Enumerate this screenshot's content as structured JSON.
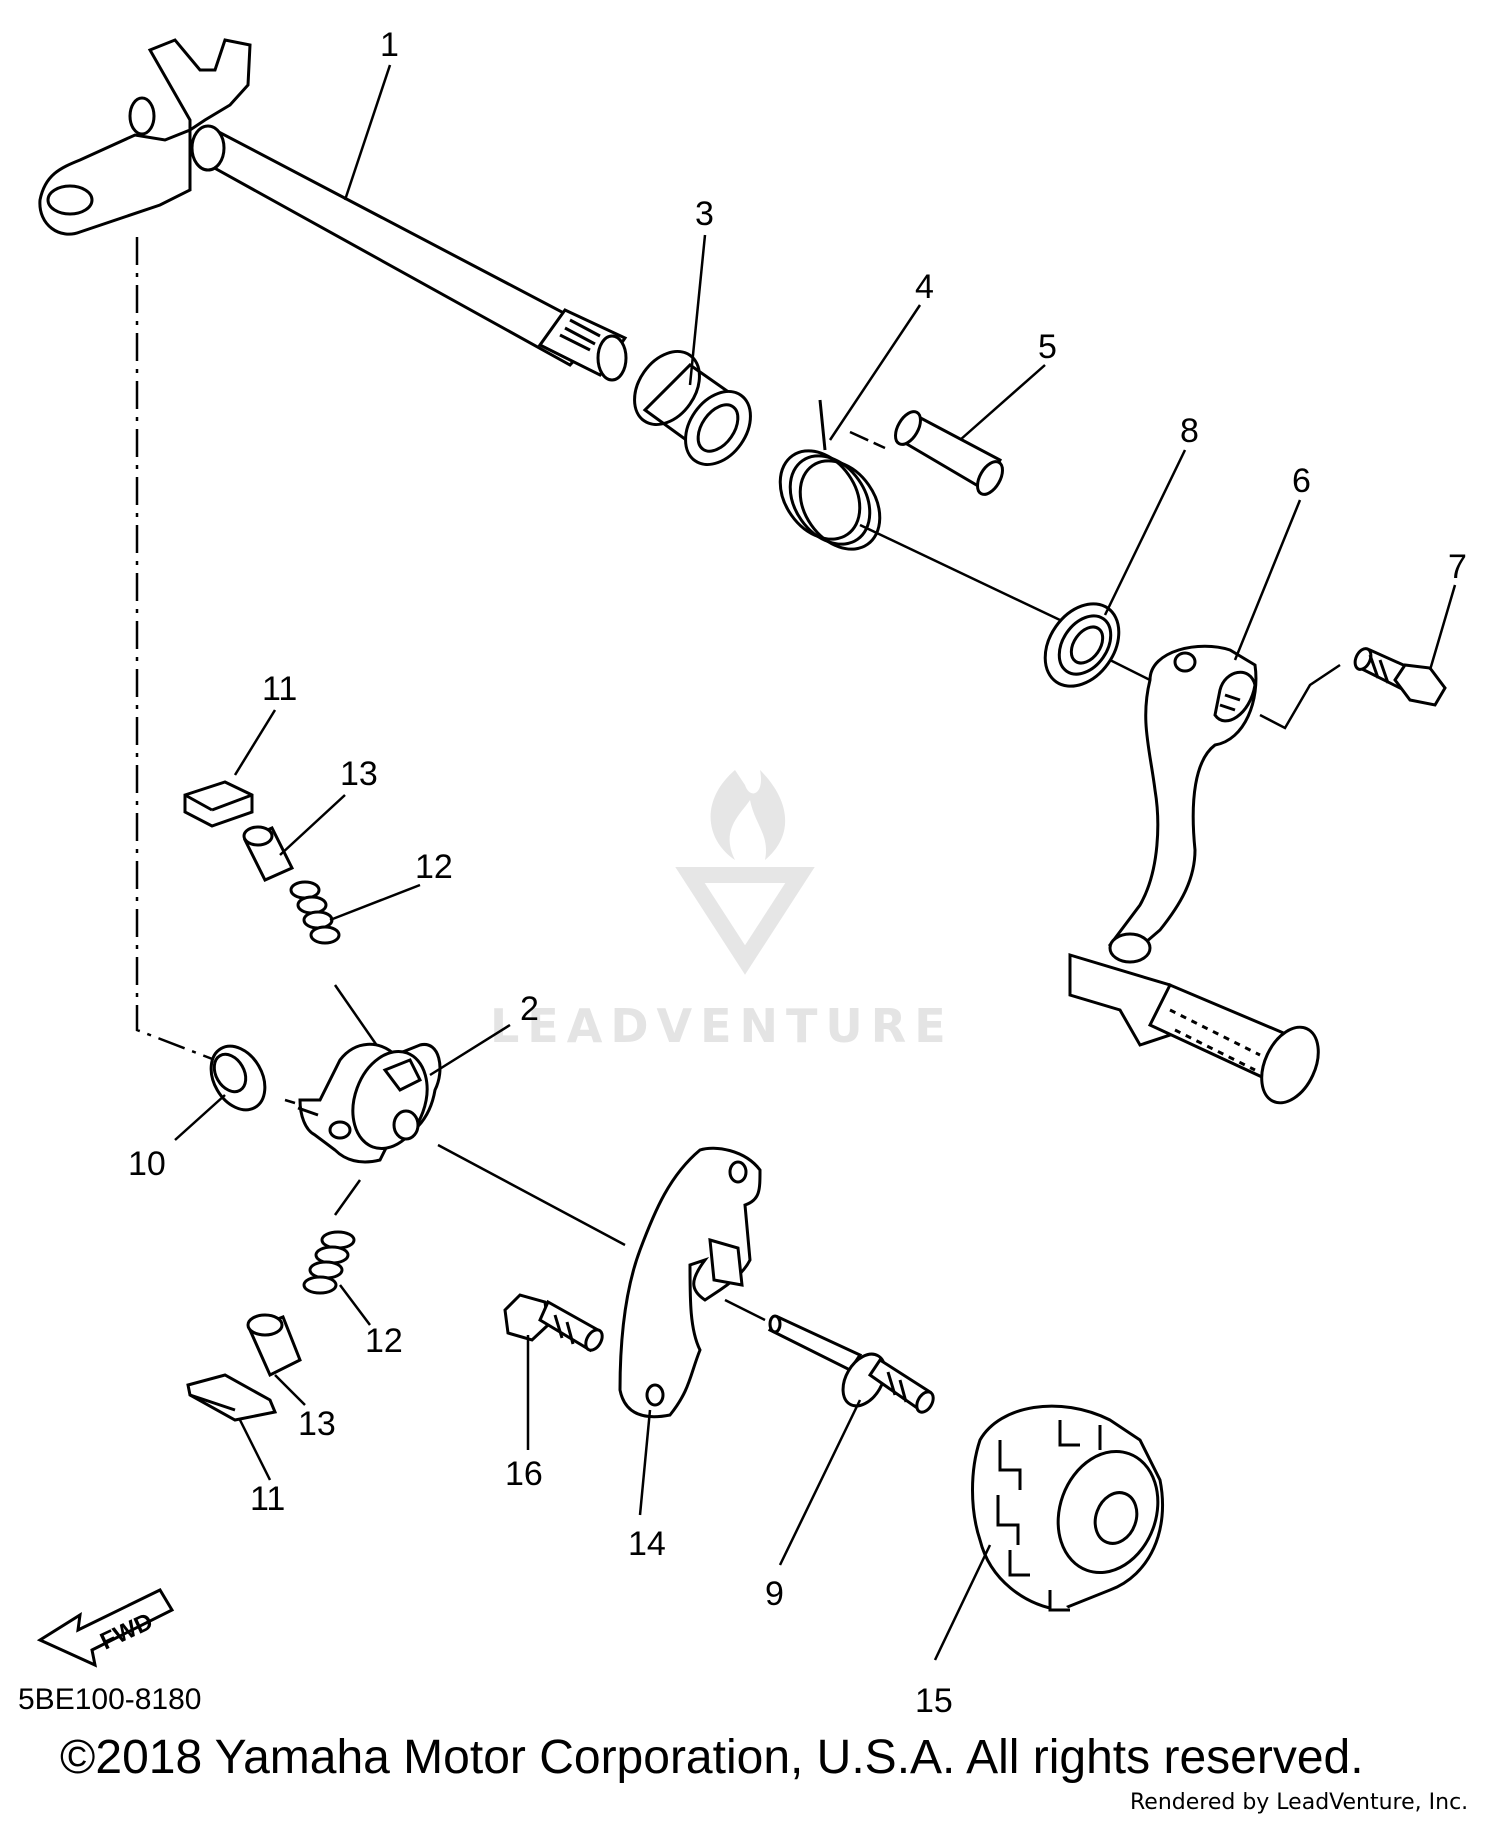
{
  "diagram": {
    "callouts": [
      {
        "id": "1",
        "label": "1"
      },
      {
        "id": "2",
        "label": "2"
      },
      {
        "id": "3",
        "label": "3"
      },
      {
        "id": "4",
        "label": "4"
      },
      {
        "id": "5",
        "label": "5"
      },
      {
        "id": "6",
        "label": "6"
      },
      {
        "id": "7",
        "label": "7"
      },
      {
        "id": "8",
        "label": "8"
      },
      {
        "id": "9",
        "label": "9"
      },
      {
        "id": "10",
        "label": "10"
      },
      {
        "id": "11a",
        "label": "11"
      },
      {
        "id": "11b",
        "label": "11"
      },
      {
        "id": "12a",
        "label": "12"
      },
      {
        "id": "12b",
        "label": "12"
      },
      {
        "id": "13a",
        "label": "13"
      },
      {
        "id": "13b",
        "label": "13"
      },
      {
        "id": "14",
        "label": "14"
      },
      {
        "id": "15",
        "label": "15"
      },
      {
        "id": "16",
        "label": "16"
      }
    ],
    "fwd_label": "FWD",
    "diagram_code": "5BE100-8180",
    "watermark": "LEADVENTURE",
    "line_color": "#000000",
    "watermark_color": "#e4e4e4"
  },
  "footer": {
    "copyright": "©2018 Yamaha Motor Corporation, U.S.A. All rights reserved.",
    "rendered_by": "Rendered by LeadVenture, Inc."
  }
}
